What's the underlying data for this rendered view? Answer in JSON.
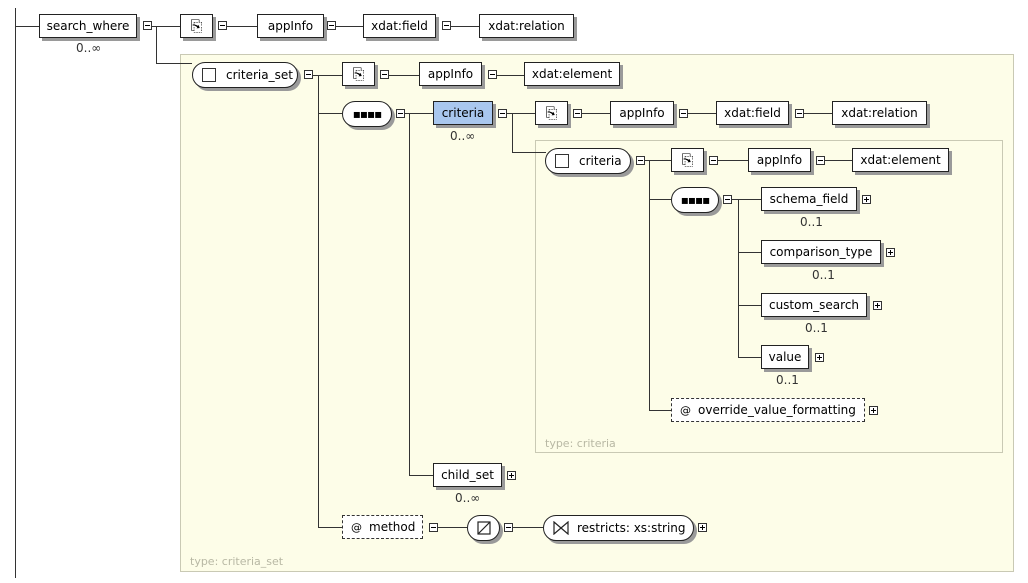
{
  "root": {
    "label": "search_where",
    "card": "0..∞"
  },
  "appinfo": "appInfo",
  "xdat_field": "xdat:field",
  "xdat_relation": "xdat:relation",
  "xdat_element": "xdat:element",
  "criteria_set": {
    "label": "criteria_set",
    "type": "type: criteria_set"
  },
  "criteria_ref": {
    "label": "criteria",
    "card": "0..∞"
  },
  "criteria_type": {
    "label": "criteria",
    "type": "type: criteria"
  },
  "children": [
    {
      "label": "schema_field",
      "card": "0..1"
    },
    {
      "label": "comparison_type",
      "card": "0..1"
    },
    {
      "label": "custom_search",
      "card": "0..1"
    },
    {
      "label": "value",
      "card": "0..1"
    }
  ],
  "override": {
    "at": "@",
    "label": "override_value_formatting"
  },
  "child_set": {
    "label": "child_set",
    "card": "0..∞"
  },
  "method": {
    "at": "@",
    "label": "method"
  },
  "restricts": "restricts: xs:string",
  "colors": {
    "selected": "#a9c7ee",
    "panel": "#fdfde8"
  }
}
